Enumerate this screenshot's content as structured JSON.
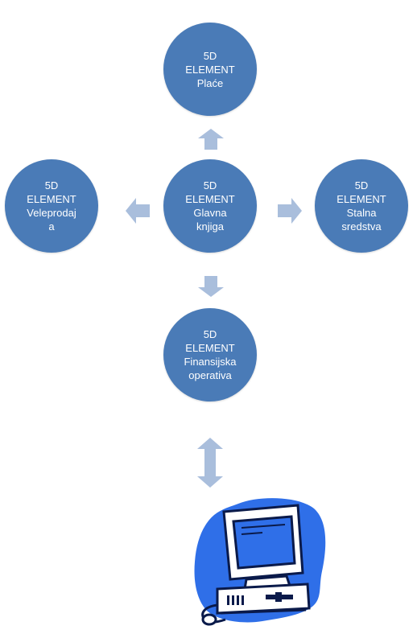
{
  "nodes": {
    "top": {
      "lines": [
        "5D",
        "ELEMENT",
        "Plaće"
      ]
    },
    "left": {
      "lines": [
        "5D",
        "ELEMENT",
        "Veleprodaj",
        "a"
      ]
    },
    "center": {
      "lines": [
        "5D",
        "ELEMENT",
        "Glavna",
        "knjiga"
      ]
    },
    "right": {
      "lines": [
        "5D",
        "ELEMENT",
        "Stalna",
        "sredstva"
      ]
    },
    "bottom": {
      "lines": [
        "5D",
        "ELEMENT",
        "Finansijska",
        "operativa"
      ]
    }
  },
  "colors": {
    "node_fill": "#4a7bb7",
    "arrow_fill": "#a9bedc",
    "clipart_blue": "#2f6fe8",
    "clipart_dark": "#0a1a4a"
  },
  "icons": {
    "computer": "computer-clipart-icon"
  }
}
